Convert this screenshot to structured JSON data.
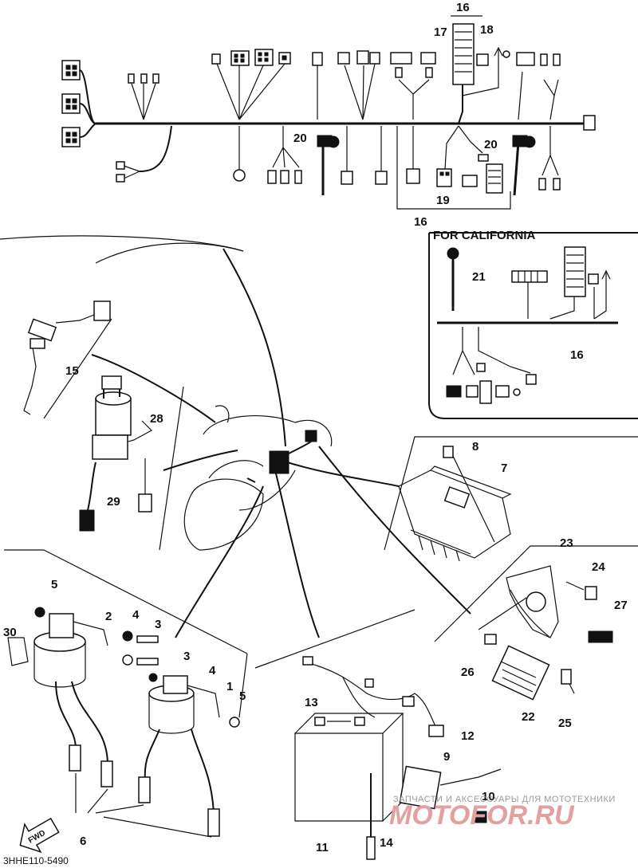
{
  "diagram": {
    "code": "3HHE110-5490",
    "caption_california": "FOR CALIFORNIA",
    "find_label": "FWD",
    "labels": {
      "p1": "1",
      "p2": "2",
      "p3": "3",
      "p3b": "3",
      "p4": "4",
      "p4b": "4",
      "p5": "5",
      "p5b": "5",
      "p6": "6",
      "p7": "7",
      "p8": "8",
      "p9": "9",
      "p10": "10",
      "p11": "11",
      "p12": "12",
      "p13": "13",
      "p14": "14",
      "p15": "15",
      "p16a": "16",
      "p16b": "16",
      "p16c": "16",
      "p17": "17",
      "p18": "18",
      "p19": "19",
      "p20a": "20",
      "p20b": "20",
      "p21": "21",
      "p22": "22",
      "p23": "23",
      "p24": "24",
      "p25": "25",
      "p26": "26",
      "p27": "27",
      "p28": "28",
      "p29": "29",
      "p30": "30"
    },
    "watermark_text": "ЗАПЧАСТИ И АКСЕССУАРЫ ДЛЯ МОТОТЕХНИКИ",
    "watermark_logo": "MOTOFOR.RU"
  }
}
